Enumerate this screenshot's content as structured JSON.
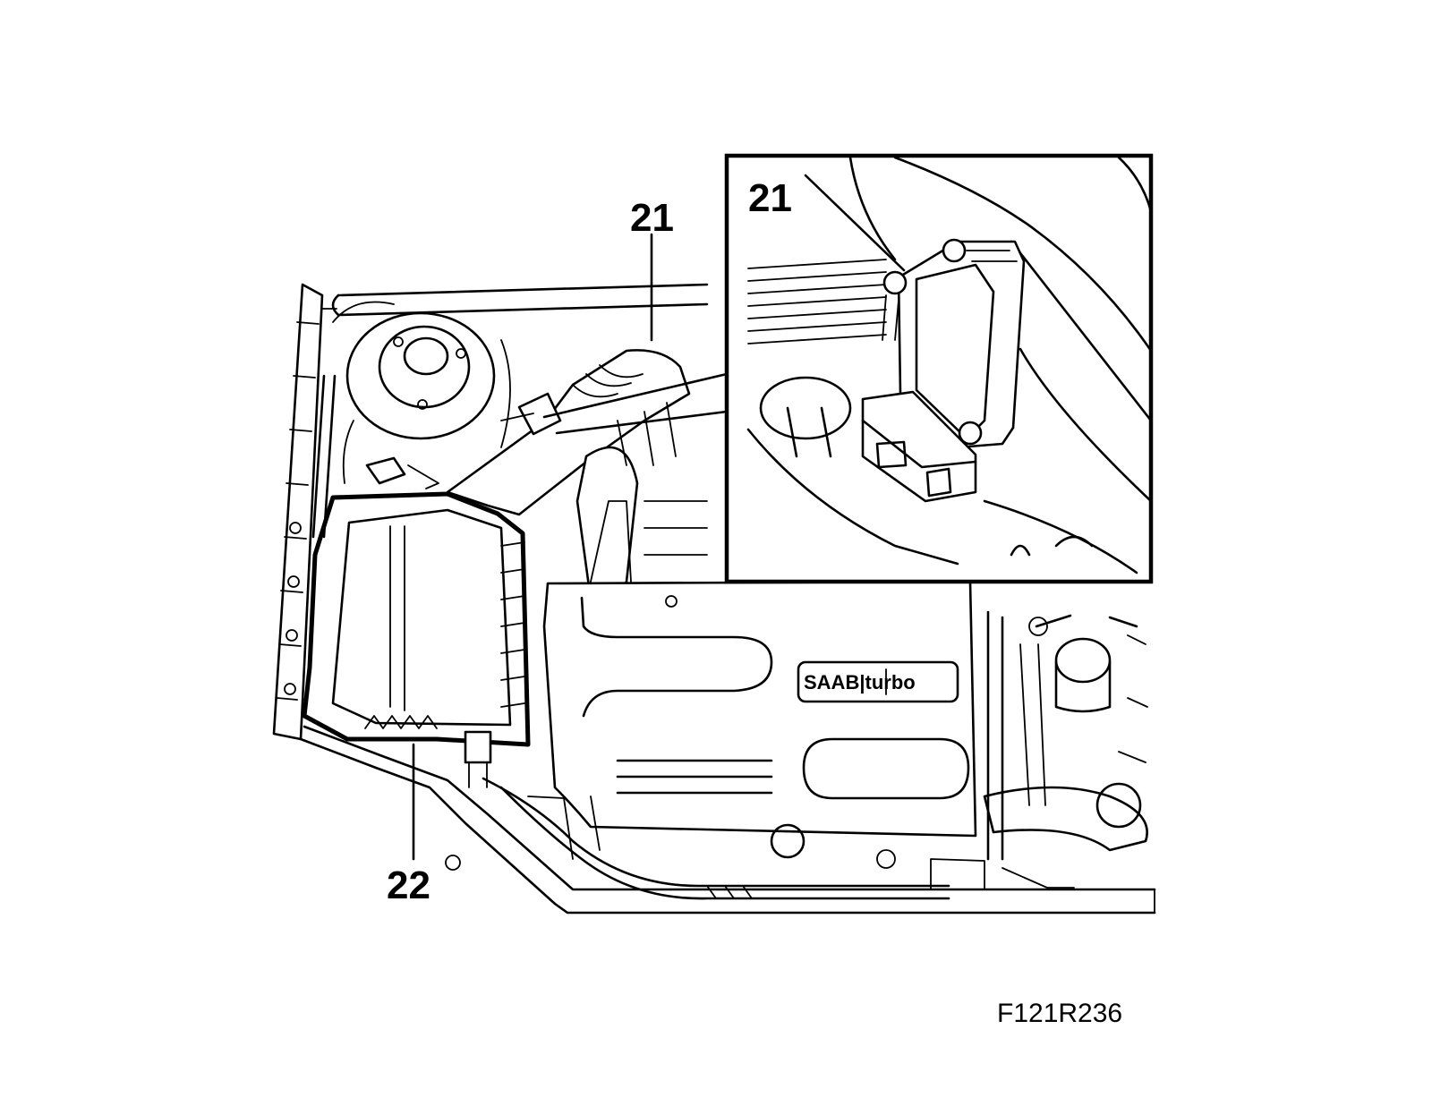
{
  "diagram": {
    "callouts": {
      "main_21": "21",
      "main_22": "22",
      "inset_21": "21"
    },
    "figure_id": "F121R236",
    "logo_text": "SAAB|turbo"
  },
  "colors": {
    "ink": "#000000",
    "paper": "#ffffff"
  }
}
